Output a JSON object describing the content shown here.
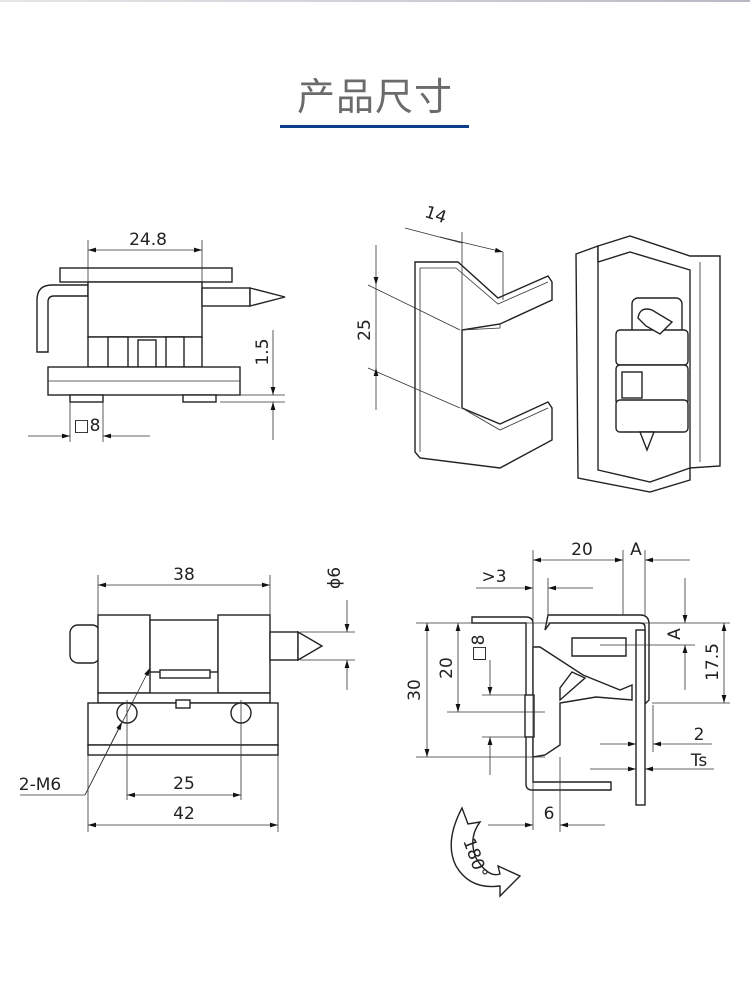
{
  "header": {
    "title": "产品尺寸",
    "accent_color": "#0c3e8c"
  },
  "views": {
    "front_top": {
      "width_dim": "24.8",
      "offset_dim": "1.5",
      "square_dim": "□8"
    },
    "profile": {
      "thickness_dim": "14",
      "height_dim": "25"
    },
    "front_bottom": {
      "width_dim": "38",
      "pin_dim": "ϕ6",
      "thread_label": "2-M6",
      "hole_pitch_dim": "25",
      "base_width_dim": "42"
    },
    "section": {
      "depth_dim": "20",
      "a_top": "A",
      "gap_dim": ">3",
      "square_dim": "□8",
      "inner_height_dim": "20",
      "height_dim": "30",
      "a_side": "A",
      "pin_height_dim": "17.5",
      "clearance_dim": "2",
      "ts_label": "Ts",
      "wall_dim": "6",
      "rotation_label": "180°"
    }
  }
}
